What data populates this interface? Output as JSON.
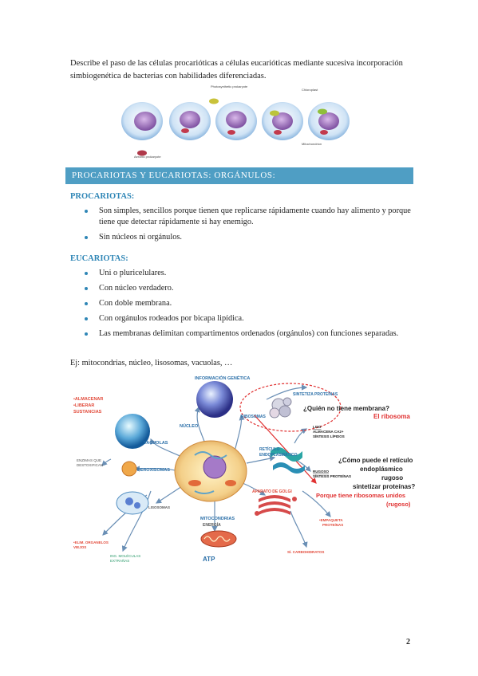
{
  "intro": "Describe el paso de las células procarióticas a células eucarióticas mediante sucesiva incorporación simbiogenética de bacterias con habilidades diferenciadas.",
  "top_figure": {
    "label_photosynthetic": "Photosynthetic prokaryote",
    "label_chloroplast": "Chloroplast",
    "label_aerobic": "Aerobic prokaryote",
    "label_mitochondrion": "Mitochondrion"
  },
  "banner": "PROCARIOTAS Y EUCARIOTAS: ORGÁNULOS:",
  "procariotas": {
    "title": "PROCARIOTAS:",
    "items": [
      "Son simples, sencillos porque tienen que replicarse rápidamente cuando hay alimento y porque tiene que detectar rápidamente si hay enemigo.",
      "Sin núcleos ni orgánulos."
    ]
  },
  "eucariotas": {
    "title": "EUCARIOTAS:",
    "items": [
      "Uni o pluricelulares.",
      "Con núcleo verdadero.",
      "Con doble membrana.",
      "Con orgánulos rodeados por bicapa lipídica.",
      "Las membranas delimitan compartimentos ordenados (orgánulos) con funciones separadas."
    ]
  },
  "example": "Ej: mitocondrias, núcleo, lisosomas, vacuolas, …",
  "diagram": {
    "info_genetica": "INFORMACIÓN GENÉTICA",
    "nucleo": "NÚCLEO",
    "almacenar": "•ALMACENAR",
    "liberar": "•LIBERAR",
    "sustancias": "SUSTANCIAS",
    "vacuolas": "VACUOLAS",
    "enzimas_1": "ENZIMAS QUE",
    "enzimas_2": "DESTOXIFICAN",
    "peroxisomas": "PEROXISOMAS",
    "lisosomas": "LISOSOMAS",
    "elim_1": "•ELIM. ORGANELOS",
    "elim_2": "VIEJOS",
    "ing_1": "ING. MOLÉCULAS",
    "ing_2": "EXTRAÑAS",
    "mito": "MITOCONDRIAS",
    "energia": "ENERGÍA",
    "atp": "ATP",
    "ribosomas": "RIBOSOMAS",
    "sintetiza": "SINTETIZA PROTEÍNAS",
    "quien": "¿Quién no tiene membrana?",
    "el_ribosoma": "El ribosoma",
    "reticulo_1": "RETÍCULO",
    "reticulo_2": "ENDOPLASMÁTICO",
    "liso": "LISO",
    "liso_d1": "ALMACENA CA2+",
    "liso_d2": "SÍNTESIS LÍPIDOS",
    "rugoso": "RUGOSO",
    "rugoso_d": "SÍNTESIS PROTEÍNAS",
    "q2_1": "¿Cómo puede el retículo",
    "q2_2": "endoplásmico",
    "q2_3": "rugoso",
    "q2_4": "sintetizar proteínas?",
    "a2_1": "Porque tiene ribosomas unidos",
    "a2_2": "(rugoso)",
    "golgi": "APARATO DE GOLGI",
    "empaqueta_1": "•EMPAQUETA",
    "empaqueta_2": "PROTEÍNAS",
    "carbohidratos": "SÍ. CARBOHIDRATOS"
  },
  "page_number": "2"
}
